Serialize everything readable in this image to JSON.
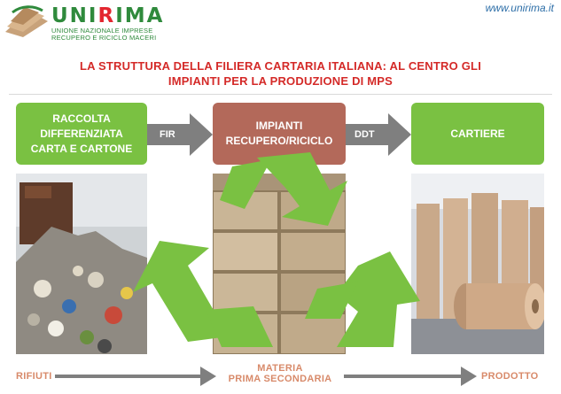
{
  "header": {
    "logo_name_prefix": "UNI",
    "logo_name_accent": "R",
    "logo_name_suffix": "IMA",
    "logo_subtitle_line1": "UNIONE NAZIONALE IMPRESE",
    "logo_subtitle_line2": "RECUPERO E RICICLO MACERI",
    "website": "www.unirima.it"
  },
  "title": {
    "line1": "LA STRUTTURA DELLA FILIERA CARTARIA ITALIANA: AL CENTRO GLI",
    "line2": "IMPIANTI PER LA PRODUZIONE DI MPS"
  },
  "stages": [
    {
      "lines": [
        "RACCOLTA",
        "DIFFERENZIATA",
        "CARTA E CARTONE"
      ]
    },
    {
      "lines": [
        "IMPIANTI",
        "RECUPERO/RICICLO"
      ]
    },
    {
      "lines": [
        "CARTIERE"
      ]
    }
  ],
  "flow_labels": [
    "FIR",
    "DDT"
  ],
  "bottom": {
    "left": "RIFIUTI",
    "middle_line1": "MATERIA",
    "middle_line2": "PRIMA SECONDARIA",
    "right": "PRODOTTO"
  },
  "colors": {
    "stage_green": "#7ac142",
    "stage_brown": "#b3695a",
    "arrow_gray": "#7f7f7f",
    "cycle_green": "#7ac142",
    "title_red": "#d42a28",
    "bottom_label": "#d88a6a"
  }
}
